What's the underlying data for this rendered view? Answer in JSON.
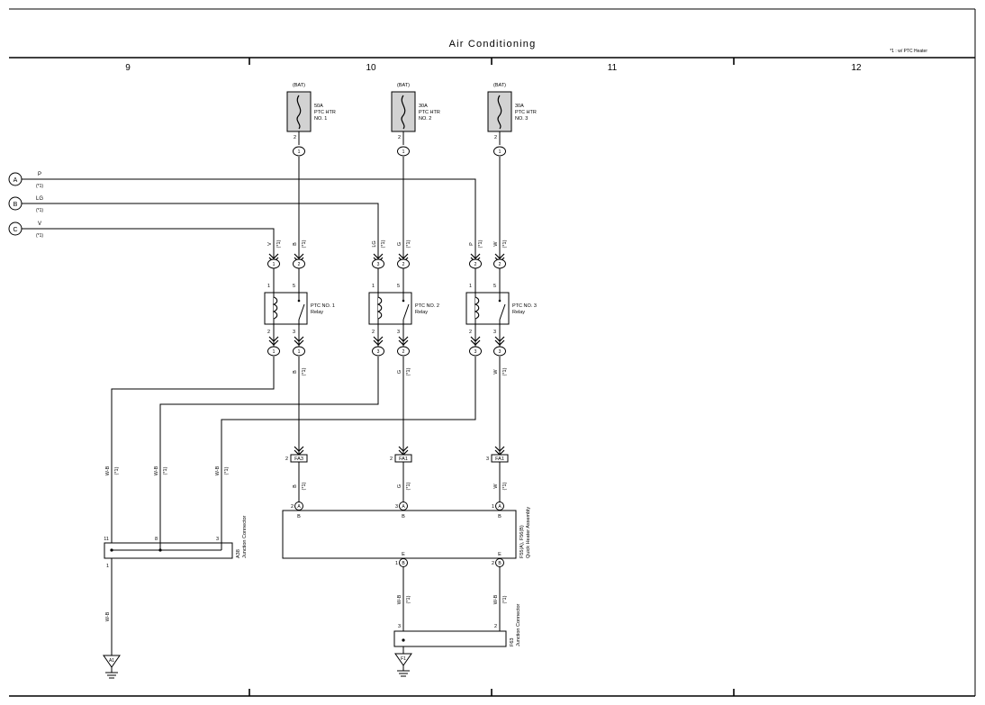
{
  "title": "Air Conditioning",
  "note": "*1 : w/ PTC Heater",
  "columns": [
    "9",
    "10",
    "11",
    "12"
  ],
  "fuses": [
    {
      "source": "(BAT)",
      "rating": "50A",
      "name1": "PTC HTR",
      "name2": "NO. 1",
      "pin": "2",
      "conn": "1"
    },
    {
      "source": "(BAT)",
      "rating": "30A",
      "name1": "PTC HTR",
      "name2": "NO. 2",
      "pin": "2",
      "conn": "1"
    },
    {
      "source": "(BAT)",
      "rating": "30A",
      "name1": "PTC HTR",
      "name2": "NO. 3",
      "pin": "2",
      "conn": "1"
    }
  ],
  "left_inputs": [
    {
      "id": "A",
      "color": "P",
      "note": "(*1)"
    },
    {
      "id": "B",
      "color": "LG",
      "note": "(*1)"
    },
    {
      "id": "C",
      "color": "V",
      "note": "(*1)"
    }
  ],
  "relays": [
    {
      "name1": "PTC NO. 1",
      "name2": "Relay",
      "coil_in_color": "V",
      "sw_in_color": "B",
      "coil_in_conn": "1",
      "sw_in_conn": "2",
      "pin1": "1",
      "pin5": "5",
      "pin2": "2",
      "pin3": "3",
      "coil_out_conn": "1",
      "sw_out_conn": "1",
      "out_color": "B"
    },
    {
      "name1": "PTC NO. 2",
      "name2": "Relay",
      "coil_in_color": "LG",
      "sw_in_color": "G",
      "coil_in_conn": "3",
      "sw_in_conn": "2",
      "pin1": "1",
      "pin5": "5",
      "pin2": "2",
      "pin3": "3",
      "coil_out_conn": "3",
      "sw_out_conn": "2",
      "out_color": "G"
    },
    {
      "name1": "PTC NO. 3",
      "name2": "Relay",
      "coil_in_color": "P",
      "sw_in_color": "W",
      "coil_in_conn": "2",
      "sw_in_conn": "2",
      "pin1": "1",
      "pin5": "5",
      "pin2": "2",
      "pin3": "3",
      "coil_out_conn": "3",
      "sw_out_conn": "3",
      "out_color": "W"
    }
  ],
  "wire_note": "(*1)",
  "left_wires": {
    "color": "W-B",
    "note": "(*1)"
  },
  "fa_connectors": [
    {
      "pin": "2",
      "name": "FA3"
    },
    {
      "pin": "2",
      "name": "FA1"
    },
    {
      "pin": "3",
      "name": "FA1"
    }
  ],
  "heater_inputs": [
    {
      "pin": "2",
      "conn": "A",
      "terminal": "B",
      "color": "B"
    },
    {
      "pin": "3",
      "conn": "A",
      "terminal": "B",
      "color": "G"
    },
    {
      "pin": "1",
      "conn": "A",
      "terminal": "B",
      "color": "W"
    }
  ],
  "heater": {
    "id": "F55(A), F56(B)",
    "name": "Quick Heater Assembly",
    "outputs": [
      {
        "pin": "1",
        "conn": "B",
        "terminal": "E"
      },
      {
        "pin": "2",
        "conn": "B",
        "terminal": "E"
      }
    ]
  },
  "jc_a38": {
    "id": "A38",
    "name": "Junction Connector",
    "pins": [
      "11",
      "8",
      "3"
    ],
    "out_pin": "1",
    "out_color": "W-B"
  },
  "jc_f63": {
    "id": "F63",
    "name": "Junction Connector",
    "pins": [
      "3",
      "2"
    ]
  },
  "lower_wires": [
    {
      "color": "W-B",
      "note": "(*1)"
    },
    {
      "color": "W-B",
      "note": "(*1)"
    }
  ],
  "grounds": [
    "A1",
    "F1"
  ]
}
